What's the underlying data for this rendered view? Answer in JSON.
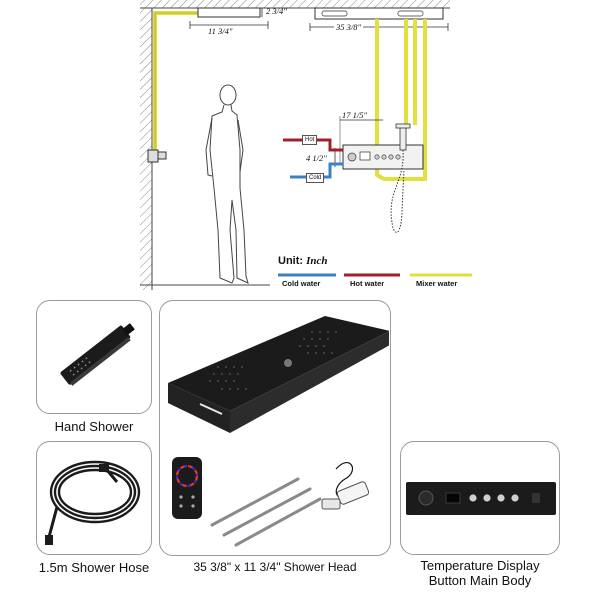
{
  "diagram": {
    "dims": {
      "ceiling_gap": "2 3/4\"",
      "panel_small_width": "11 3/4\"",
      "panel_large_width": "35 3/8\"",
      "valve_offset": "17 1/5\"",
      "valve_height": "4 1/2\""
    },
    "tags": {
      "hot": "Hot",
      "cold": "Cold"
    },
    "legend": {
      "unit_label": "Unit:",
      "unit_value": "Inch",
      "items": [
        {
          "label": "Cold water",
          "color": "#3b82c4"
        },
        {
          "label": "Hot water",
          "color": "#a0202a"
        },
        {
          "label": "Mixer water",
          "color": "#e3df3c"
        }
      ]
    }
  },
  "products": {
    "hand_shower": {
      "caption": "Hand Shower"
    },
    "hose": {
      "caption": "1.5m Shower Hose"
    },
    "shower_head": {
      "caption": "35 3/8\" x 11 3/4\" Shower Head"
    },
    "body": {
      "caption_line1": "Temperature Display",
      "caption_line2": "Button Main Body"
    }
  },
  "colors": {
    "cold": "#3b82c4",
    "hot": "#a0202a",
    "mixer": "#e3df3c",
    "product_black": "#1b1b1b",
    "card_border": "#9a9a9a"
  }
}
